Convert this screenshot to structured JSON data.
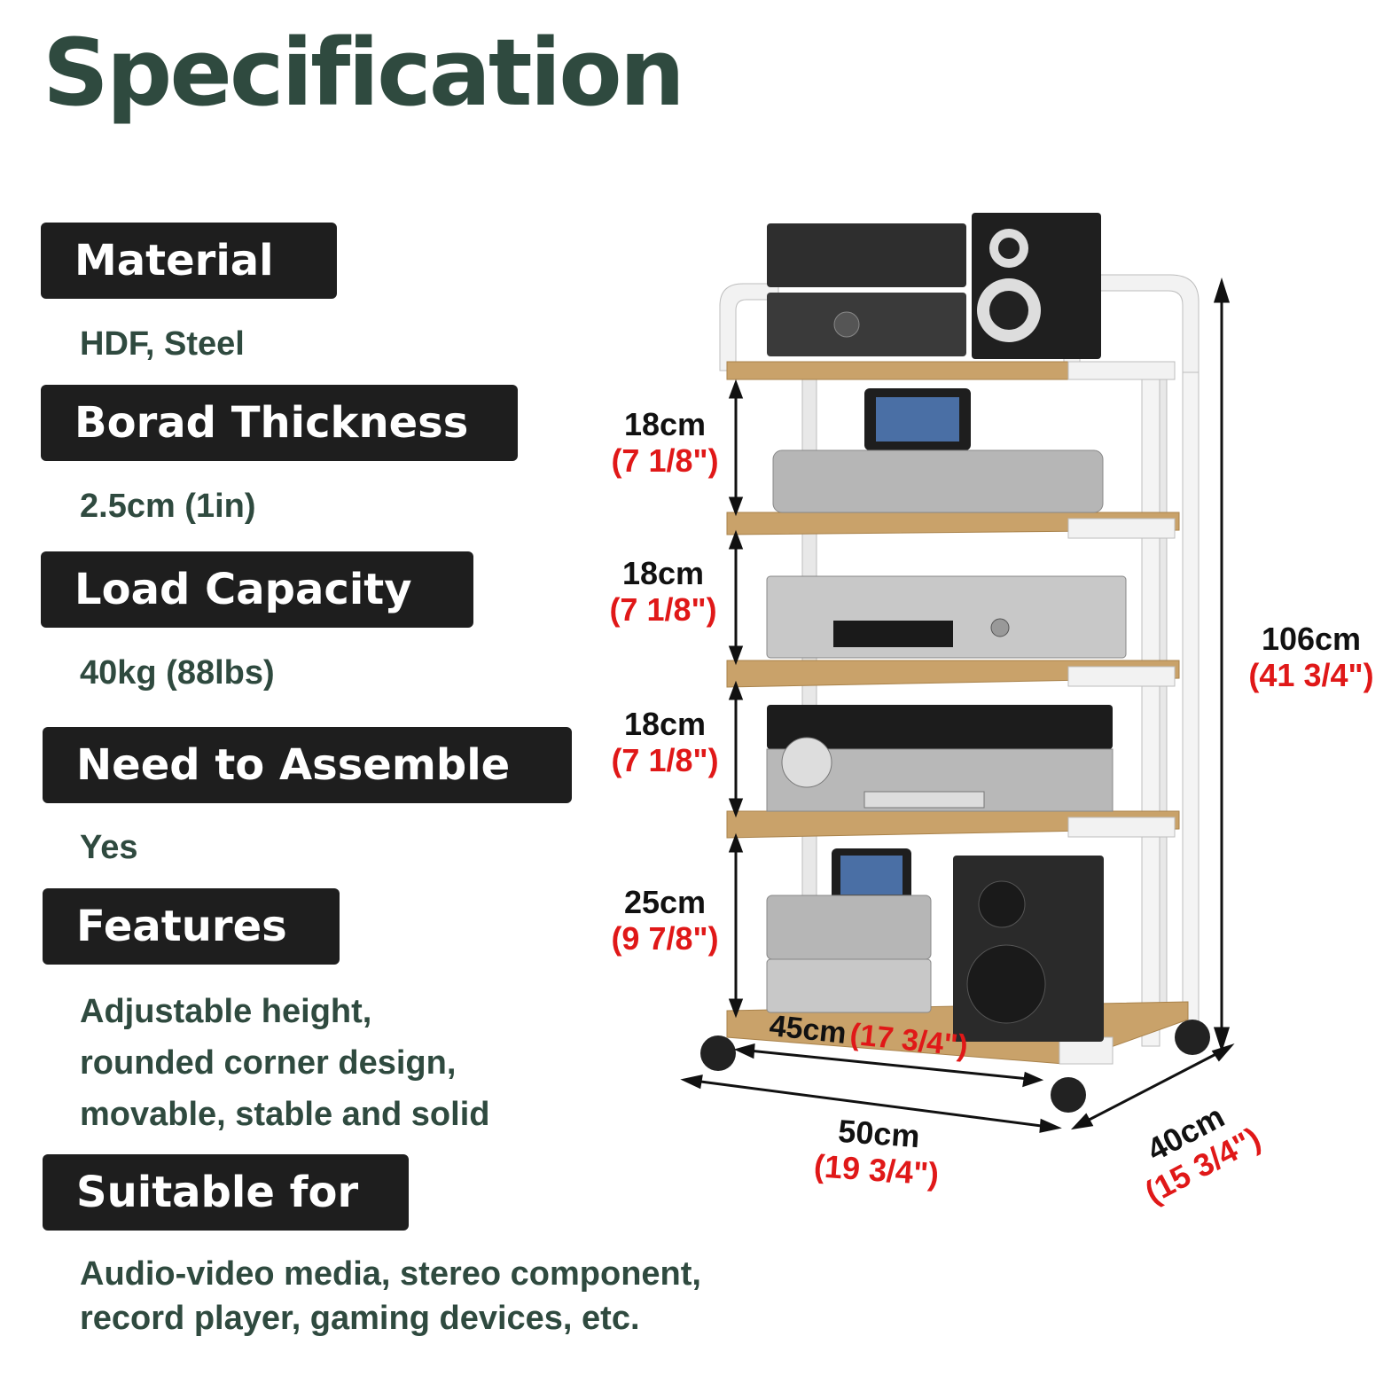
{
  "title": "Specification",
  "specs": [
    {
      "label": "Material",
      "value": "HDF, Steel"
    },
    {
      "label": "Borad Thickness",
      "value": "2.5cm (1in)"
    },
    {
      "label": "Load Capacity",
      "value": "40kg (88lbs)"
    },
    {
      "label": "Need to Assemble",
      "value": "Yes"
    },
    {
      "label": "Features",
      "value_lines": [
        "Adjustable height,",
        "rounded corner design,",
        "movable, stable and solid"
      ]
    },
    {
      "label": "Suitable for",
      "value_lines": [
        "Audio-video media, stereo component,",
        "record player, gaming devices, etc."
      ]
    }
  ],
  "dimensions": {
    "gap1": {
      "cm": "18cm",
      "inch": "(7 1/8\")"
    },
    "gap2": {
      "cm": "18cm",
      "inch": "(7 1/8\")"
    },
    "gap3": {
      "cm": "18cm",
      "inch": "(7 1/8\")"
    },
    "gap4": {
      "cm": "25cm",
      "inch": "(9 7/8\")"
    },
    "height": {
      "cm": "106cm",
      "inch": "(41 3/4\")"
    },
    "inner_width": {
      "cm": "45cm",
      "inch": "(17 3/4\")"
    },
    "width": {
      "cm": "50cm",
      "inch": "(19 3/4\")"
    },
    "depth": {
      "cm": "40cm",
      "inch": "(15 3/4\")"
    }
  },
  "colors": {
    "title": "#2f4a3f",
    "label_bg": "#1e1e1e",
    "inch_text": "#e01818",
    "shelf_wood": "#c9a26a"
  }
}
